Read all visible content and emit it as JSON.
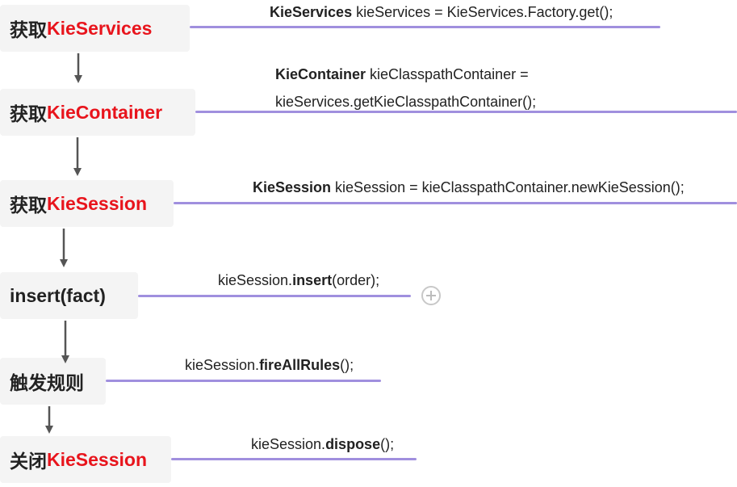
{
  "steps": [
    {
      "prefix": "获取",
      "highlight": "KieServices",
      "code_lines": [
        [
          {
            "t": "KieServices",
            "b": true
          },
          {
            "t": " kieServices = KieServices.Factory.get();",
            "b": false
          }
        ]
      ]
    },
    {
      "prefix": "获取",
      "highlight": "KieContainer",
      "code_lines": [
        [
          {
            "t": "KieContainer",
            "b": true
          },
          {
            "t": " kieClasspathContainer =",
            "b": false
          }
        ],
        [
          {
            "t": "kieServices.getKieClasspathContainer();",
            "b": false
          }
        ]
      ]
    },
    {
      "prefix": "获取",
      "highlight": "KieSession",
      "code_lines": [
        [
          {
            "t": "KieSession",
            "b": true
          },
          {
            "t": " kieSession = kieClasspathContainer.newKieSession();",
            "b": false
          }
        ]
      ]
    },
    {
      "prefix": "insert(fact)",
      "highlight": "",
      "code_lines": [
        [
          {
            "t": "kieSession.",
            "b": false
          },
          {
            "t": "insert",
            "b": true
          },
          {
            "t": "(order);",
            "b": false
          }
        ]
      ]
    },
    {
      "prefix": "触发规则",
      "highlight": "",
      "code_lines": [
        [
          {
            "t": "kieSession.",
            "b": false
          },
          {
            "t": "fireAllRules",
            "b": true
          },
          {
            "t": "();",
            "b": false
          }
        ]
      ]
    },
    {
      "prefix": "关闭",
      "highlight": "KieSession",
      "code_lines": [
        [
          {
            "t": "kieSession.",
            "b": false
          },
          {
            "t": "dispose",
            "b": true
          },
          {
            "t": "();",
            "b": false
          }
        ]
      ]
    }
  ],
  "colors": {
    "highlight": "#e8141c",
    "connector": "#a08fde",
    "node_bg": "#f4f4f4",
    "arrow": "#555555"
  },
  "icons": {
    "expand": "plus-circle-icon"
  }
}
